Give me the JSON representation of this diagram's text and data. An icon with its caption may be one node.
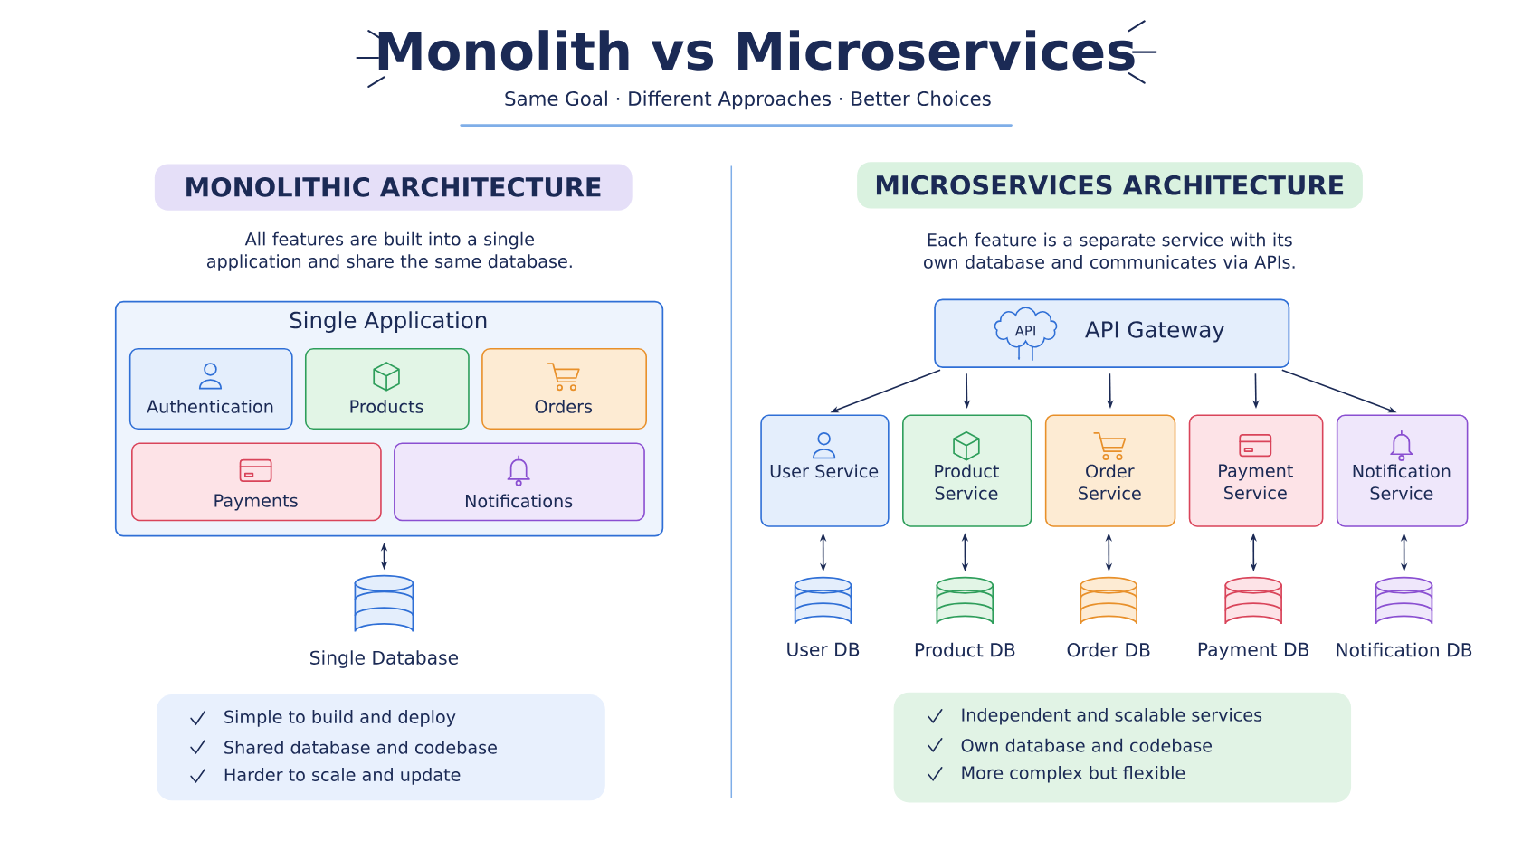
{
  "diagram": {
    "title": "Monolith vs Microservices",
    "nodes": [
      {
        "text": [
          "MONOLITHIC ARCHITECTURE"
        ]
      },
      {
        "text": [
          "Single Application"
        ]
      },
      {
        "text": [
          "Authentication"
        ],
        "in": 1
      },
      {
        "text": [
          "Products"
        ],
        "in": 1
      },
      {
        "text": [
          "Orders"
        ],
        "in": 1
      },
      {
        "text": [
          "Payments"
        ],
        "in": 1
      },
      {
        "text": [
          "Notifications"
        ],
        "in": 1
      },
      {
        "text": [
          "Single Database"
        ]
      },
      {
        "text": [
          "Simple to build and deploy",
          "Shared database and codebase",
          "Harder to scale and update"
        ]
      },
      {
        "text": [
          "MICROSERVICES ARCHITECTURE"
        ]
      },
      {
        "text": [
          "API Gateway"
        ]
      },
      {
        "text": [
          "User Service"
        ]
      },
      {
        "text": [
          "Product Service"
        ]
      },
      {
        "text": [
          "Order Service"
        ]
      },
      {
        "text": [
          "Payment Service"
        ]
      },
      {
        "text": [
          "Notification Service"
        ]
      },
      {
        "text": [
          "User DB"
        ]
      },
      {
        "text": [
          "Product DB"
        ]
      },
      {
        "text": [
          "Order DB"
        ]
      },
      {
        "text": [
          "Payment DB"
        ]
      },
      {
        "text": [
          "Notification DB"
        ]
      },
      {
        "text": [
          "Independent and scalable services",
          "Own database and codebase",
          "More complex but flexible"
        ]
      }
    ],
    "edges": [
      {
        "from": 1,
        "to": 7,
        "arrow": "both"
      },
      {
        "from": 10,
        "to": 11,
        "arrow": "to"
      },
      {
        "from": 10,
        "to": 12,
        "arrow": "to"
      },
      {
        "from": 10,
        "to": 13,
        "arrow": "to"
      },
      {
        "from": 10,
        "to": 14,
        "arrow": "to"
      },
      {
        "from": 10,
        "to": 15,
        "arrow": "to"
      },
      {
        "from": 11,
        "to": 16,
        "arrow": "both"
      },
      {
        "from": 12,
        "to": 17,
        "arrow": "both"
      },
      {
        "from": 13,
        "to": 18,
        "arrow": "both"
      },
      {
        "from": 14,
        "to": 19,
        "arrow": "both"
      },
      {
        "from": 15,
        "to": 20,
        "arrow": "both"
      }
    ],
    "labels": [
      "Same Goal · Different Approaches · Better Choices",
      "All features are built into a single application and share the same database.",
      "Each feature is a separate service with its own database and communicates via APIs.",
      "API"
    ]
  }
}
